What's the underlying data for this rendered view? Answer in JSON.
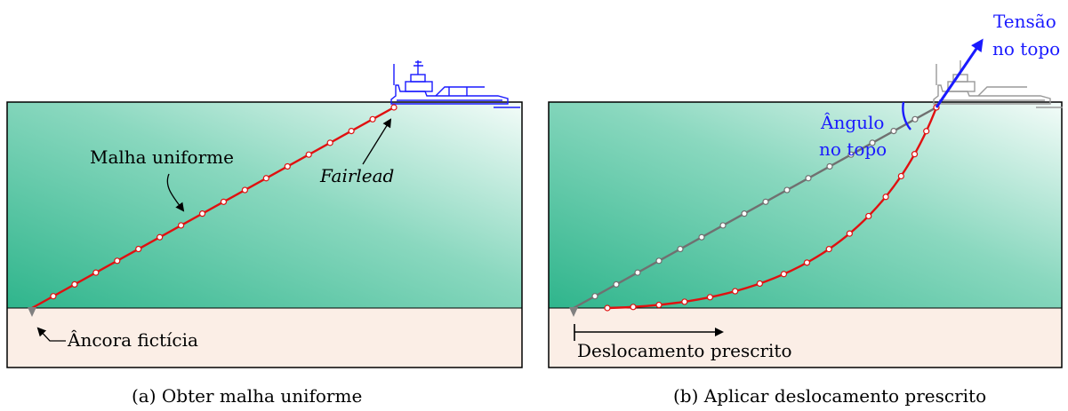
{
  "panel_a": {
    "mesh_label": "Malha uniforme",
    "fairlead_label": "Fairlead",
    "anchor_label": "Âncora fictícia",
    "caption": "(a) Obter malha uniforme"
  },
  "panel_b": {
    "tension_label_line1": "Tensão",
    "tension_label_line2": "no topo",
    "angle_label_line1": "Ângulo",
    "angle_label_line2": "no topo",
    "displacement_label": "Deslocamento prescrito",
    "caption": "(b) Aplicar deslocamento prescrito"
  },
  "colors": {
    "water_deep": "#3dbf9a",
    "water_light": "#ffffff",
    "seabed": "#fbeee6",
    "line_red": "#e01010",
    "line_gray": "#707070",
    "accent_blue": "#1a1aff",
    "vessel_blue": "#1a1aff",
    "vessel_gray": "#9a9a9a"
  }
}
